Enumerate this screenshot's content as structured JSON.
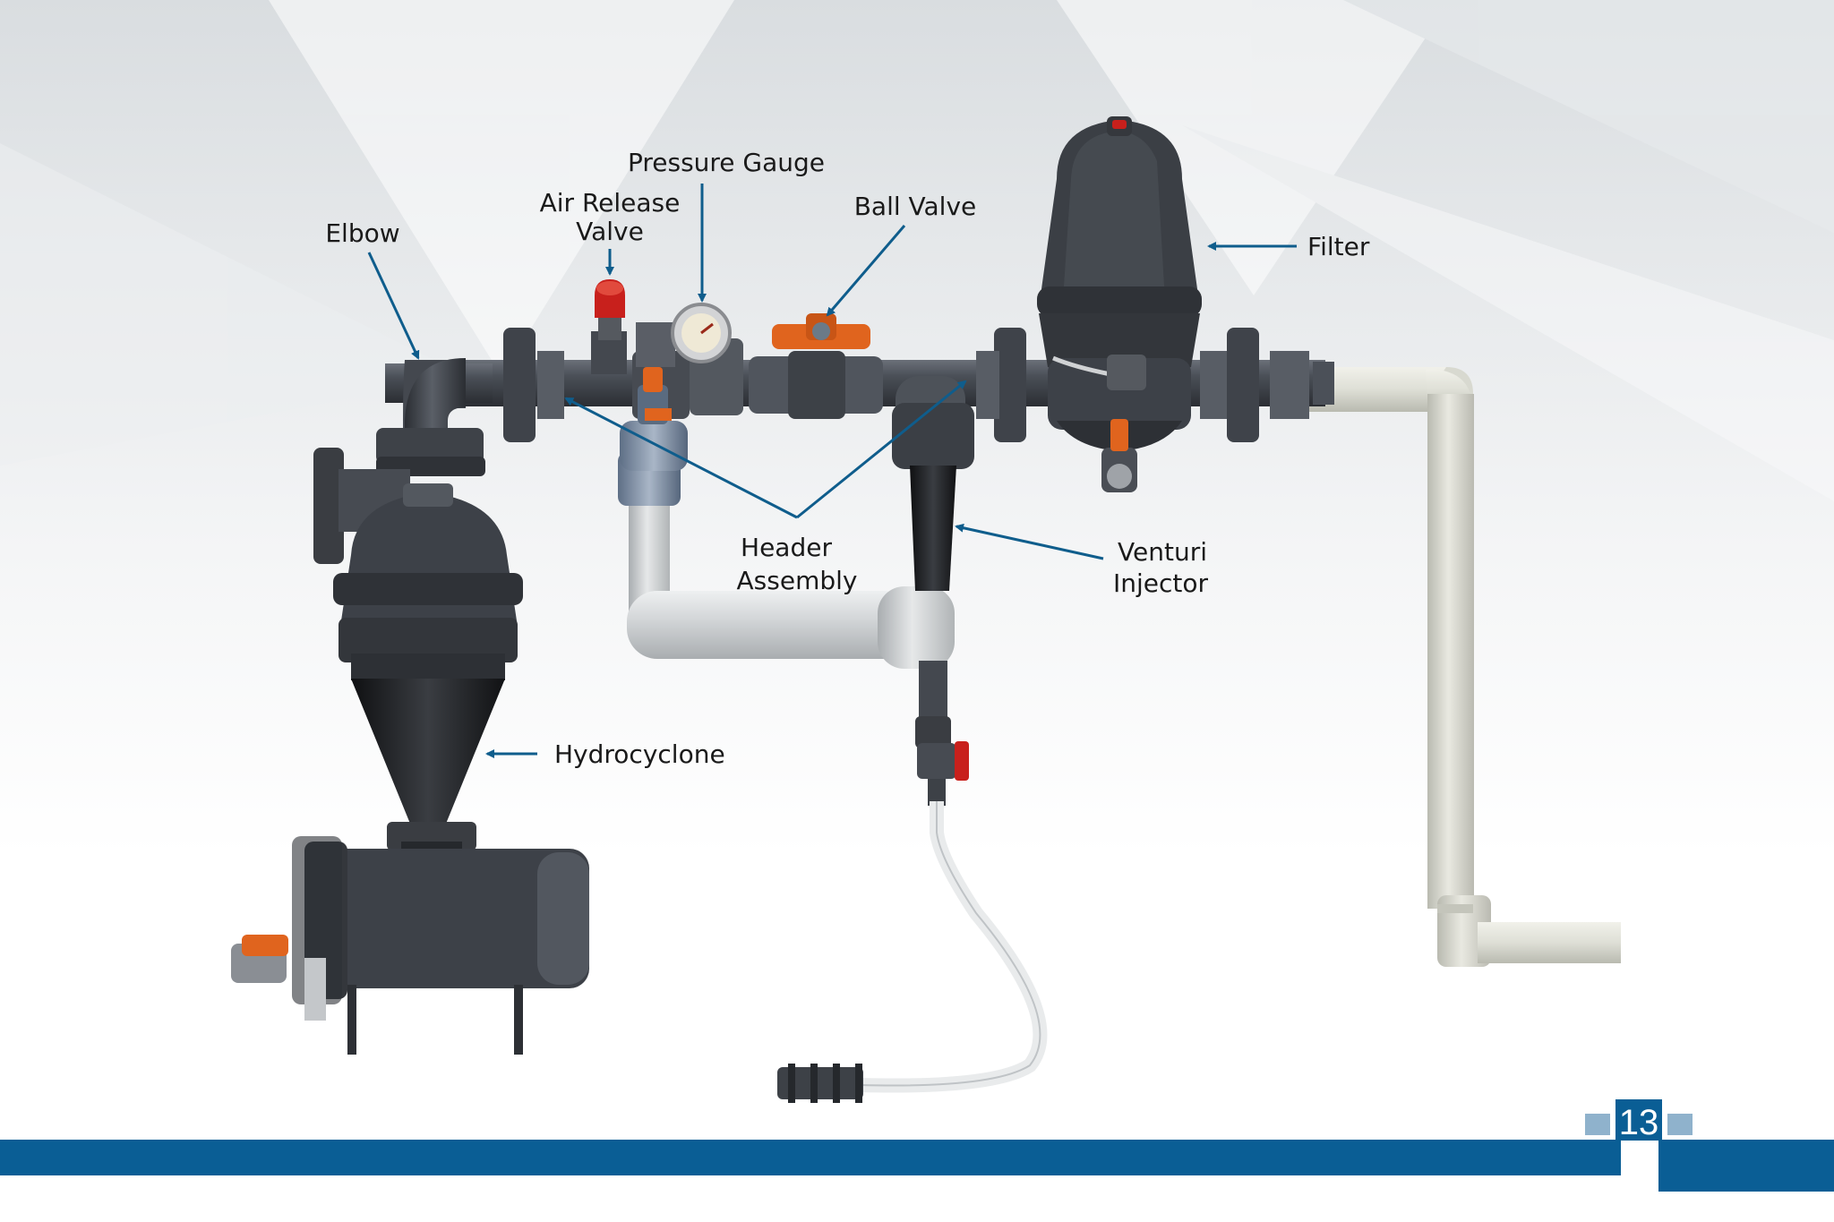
{
  "labels": {
    "pressure_gauge": "Pressure Gauge",
    "air_release_line1": "Air Release",
    "air_release_line2": "Valve",
    "ball_valve": "Ball Valve",
    "elbow": "Elbow",
    "filter": "Filter",
    "header_line1": "Header",
    "header_line2": "Assembly",
    "venturi_line1": "Venturi",
    "venturi_line2": "Injector",
    "hydrocyclone": "Hydrocyclone"
  },
  "page_number": "13",
  "colors": {
    "pipe_dark": "#4a4f57",
    "pipe_light": "#c9ccce",
    "valve_orange": "#e0641e",
    "valve_red": "#c8201c",
    "arrow_blue": "#0f5d8c",
    "footer_blue": "#0a5e95",
    "footer_square": "#8fb2cc"
  }
}
